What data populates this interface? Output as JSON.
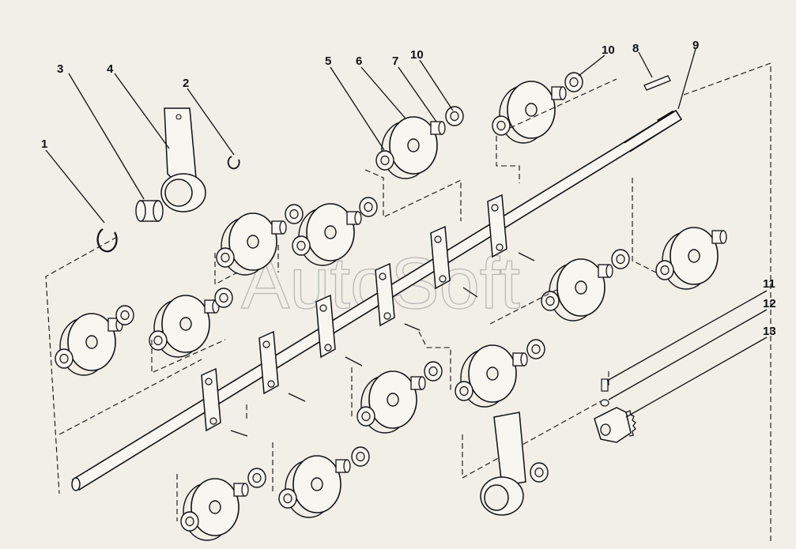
{
  "diagram": {
    "callouts": {
      "c1": "1",
      "c2": "2",
      "c3": "3",
      "c4": "4",
      "c5": "5",
      "c6": "6",
      "c7": "7",
      "c10a": "10",
      "c10b": "10",
      "c8": "8",
      "c9": "9",
      "c11": "11",
      "c12": "12",
      "c13": "13"
    },
    "watermark": "AutoSoft"
  },
  "colors": {
    "ink": "#111111",
    "paper": "#f1efe8",
    "watermark": "#8a8a8a"
  }
}
